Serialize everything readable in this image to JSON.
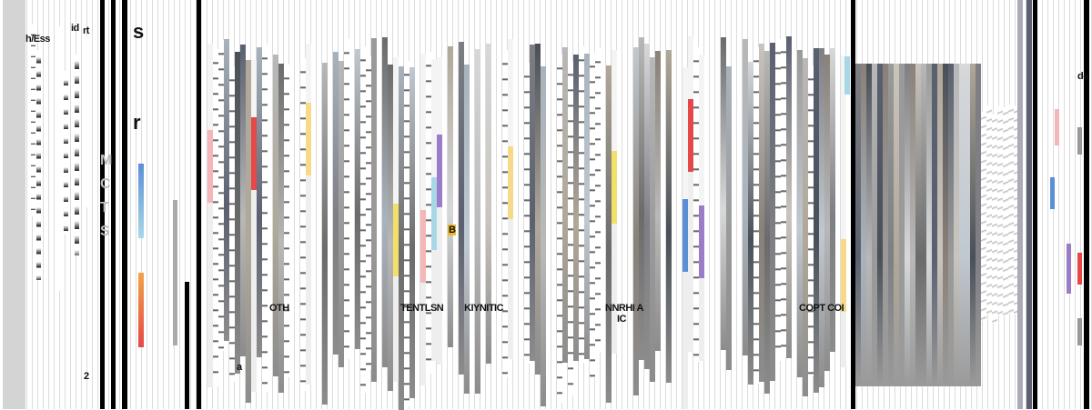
{
  "palette": {
    "black": "#000000",
    "panel_gray": "#d4d4d4",
    "photo_tones": [
      "#9a9a9a",
      "#b8b8b8",
      "#7d7f84",
      "#c9c4bd",
      "#a9b3bd",
      "#6b6b6b",
      "#d6d8da",
      "#8a8178",
      "#5a6070",
      "#c0c8d0",
      "#4a5058",
      "#b0a898"
    ],
    "accents": [
      "#f2a34a",
      "#f7d98a",
      "#a8d8e8",
      "#f4b6b6",
      "#e54848",
      "#9b7cc8",
      "#5b8fd6",
      "#f2e06a"
    ]
  },
  "fragments": {
    "f1": "h/Ess",
    "f2": "id",
    "f3": "rt",
    "f4": "s",
    "f5": "r",
    "f6": "OTH",
    "f7": "TENTLSN",
    "f8": "KIYNITIC",
    "f9": "NNRHI A",
    "f10": "IC",
    "f11": "COPT COI",
    "f12": "de",
    "f13": "M",
    "f14": "C",
    "f15": "T",
    "f16": "S",
    "f17": "a",
    "f18": "B",
    "f19": "2"
  }
}
